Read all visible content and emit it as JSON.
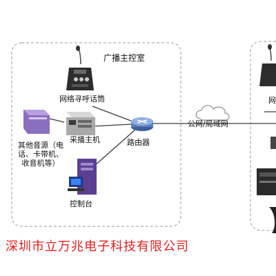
{
  "diagram": {
    "room_title": "广播主控室",
    "nodes": {
      "paging_mic": "网络寻呼话筒",
      "host": "采播主机",
      "router": "路由器",
      "other_sources": "其他音源（电话、卡带机、收音机等）",
      "console": "控制台",
      "network": "公网/局域网",
      "right_partial": "网"
    }
  },
  "footer": {
    "company": "深圳市立万兆电子科技有限公司"
  },
  "colors": {
    "frame": "#9a9a9a",
    "link": "#3a3a3a",
    "footer_text": "#e02020",
    "router_blue": "#5b7fb8",
    "console_purple": "#6a4fa0"
  }
}
